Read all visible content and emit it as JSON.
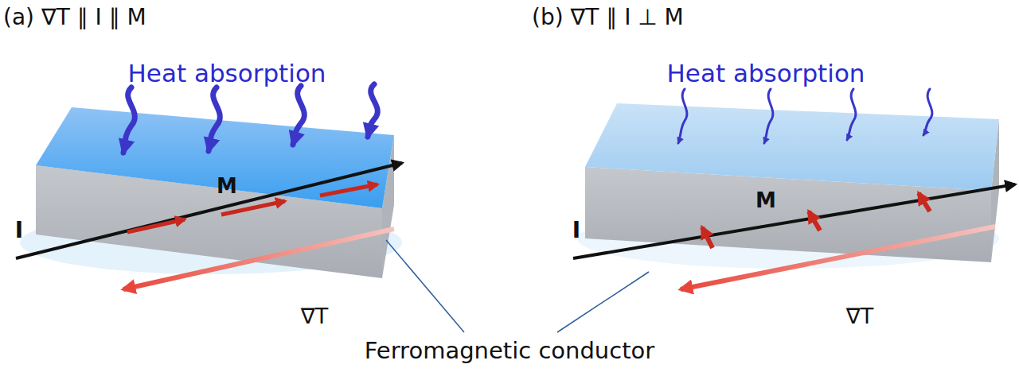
{
  "diagram": {
    "labels": [
      "(a) ∇T ∥ I ∥ M",
      "Heat absorption",
      "M",
      "I",
      "∇T",
      "(b) ∇T ∥ I ⊥ M",
      "Heat absorption",
      "M",
      "I",
      "∇T",
      "Ferromagnetic conductor"
    ]
  }
}
